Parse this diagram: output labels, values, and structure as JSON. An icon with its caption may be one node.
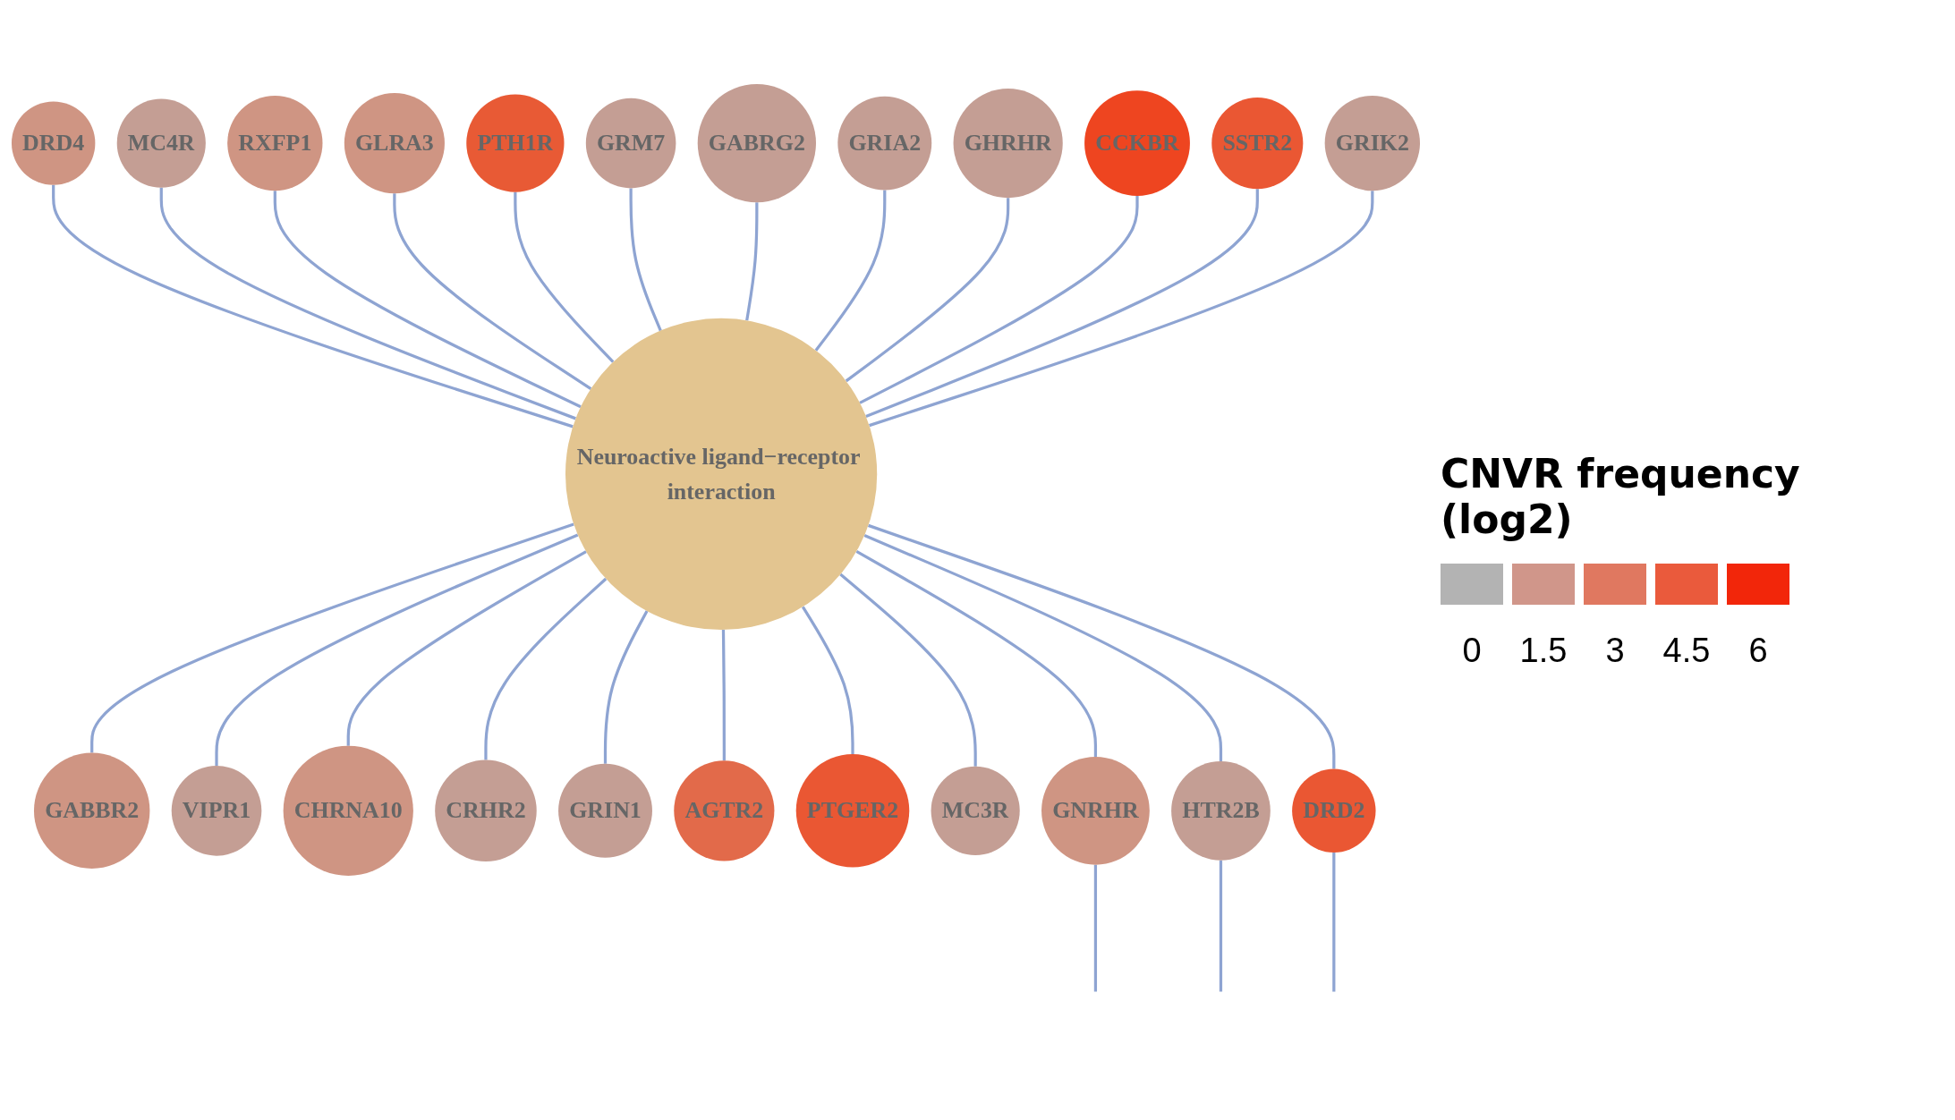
{
  "diagram": {
    "nodes": [
      {
        "text": [
          "Neuroactive ligand−receptor interaction"
        ]
      },
      {
        "text": [
          "DRD4"
        ]
      },
      {
        "text": [
          "MC4R"
        ]
      },
      {
        "text": [
          "RXFP1"
        ]
      },
      {
        "text": [
          "GLRA3"
        ]
      },
      {
        "text": [
          "PTH1R"
        ]
      },
      {
        "text": [
          "GRM7"
        ]
      },
      {
        "text": [
          "GABRG2"
        ]
      },
      {
        "text": [
          "GRIA2"
        ]
      },
      {
        "text": [
          "GHRHR"
        ]
      },
      {
        "text": [
          "CCKBR"
        ]
      },
      {
        "text": [
          "SSTR2"
        ]
      },
      {
        "text": [
          "GRIK2"
        ]
      },
      {
        "text": [
          "GABBR2"
        ]
      },
      {
        "text": [
          "VIPR1"
        ]
      },
      {
        "text": [
          "CHRNA10"
        ]
      },
      {
        "text": [
          "CRHR2"
        ]
      },
      {
        "text": [
          "GRIN1"
        ]
      },
      {
        "text": [
          "AGTR2"
        ]
      },
      {
        "text": [
          "PTGER2"
        ]
      },
      {
        "text": [
          "MC3R"
        ]
      },
      {
        "text": [
          "GNRHR"
        ]
      },
      {
        "text": [
          "HTR2B"
        ]
      },
      {
        "text": [
          "DRD2"
        ]
      }
    ],
    "edges": [
      {
        "from": 1,
        "to": 0,
        "arrow": "none"
      },
      {
        "from": 2,
        "to": 0,
        "arrow": "none"
      },
      {
        "from": 3,
        "to": 0,
        "arrow": "none"
      },
      {
        "from": 4,
        "to": 0,
        "arrow": "none"
      },
      {
        "from": 5,
        "to": 0,
        "arrow": "none"
      },
      {
        "from": 6,
        "to": 0,
        "arrow": "none"
      },
      {
        "from": 7,
        "to": 0,
        "arrow": "none"
      },
      {
        "from": 8,
        "to": 0,
        "arrow": "none"
      },
      {
        "from": 9,
        "to": 0,
        "arrow": "none"
      },
      {
        "from": 10,
        "to": 0,
        "arrow": "none"
      },
      {
        "from": 11,
        "to": 0,
        "arrow": "none"
      },
      {
        "from": 12,
        "to": 0,
        "arrow": "none"
      },
      {
        "from": 0,
        "to": 13,
        "arrow": "none"
      },
      {
        "from": 0,
        "to": 14,
        "arrow": "none"
      },
      {
        "from": 0,
        "to": 15,
        "arrow": "none"
      },
      {
        "from": 0,
        "to": 16,
        "arrow": "none"
      },
      {
        "from": 0,
        "to": 17,
        "arrow": "none"
      },
      {
        "from": 0,
        "to": 18,
        "arrow": "none"
      },
      {
        "from": 0,
        "to": 19,
        "arrow": "none"
      },
      {
        "from": 0,
        "to": 20,
        "arrow": "none"
      },
      {
        "from": 0,
        "to": 21,
        "arrow": "none"
      },
      {
        "from": 0,
        "to": 22,
        "arrow": "none"
      },
      {
        "from": 0,
        "to": 23,
        "arrow": "none"
      },
      {
        "from": 23,
        "to": null,
        "arrow": "none"
      },
      {
        "from": 22,
        "to": null,
        "arrow": "none"
      },
      {
        "from": 21,
        "to": null,
        "arrow": "none"
      }
    ],
    "labels": [
      "CNVR frequency (log2)"
    ],
    "legend": [
      {
        "text": "0",
        "color": "#b3b3b3"
      },
      {
        "text": "1.5",
        "color": "#d0968a"
      },
      {
        "text": "3",
        "color": "#e07860"
      },
      {
        "text": "4.5",
        "color": "#ea5a3c"
      },
      {
        "text": "6",
        "color": "#f2260a"
      }
    ]
  }
}
